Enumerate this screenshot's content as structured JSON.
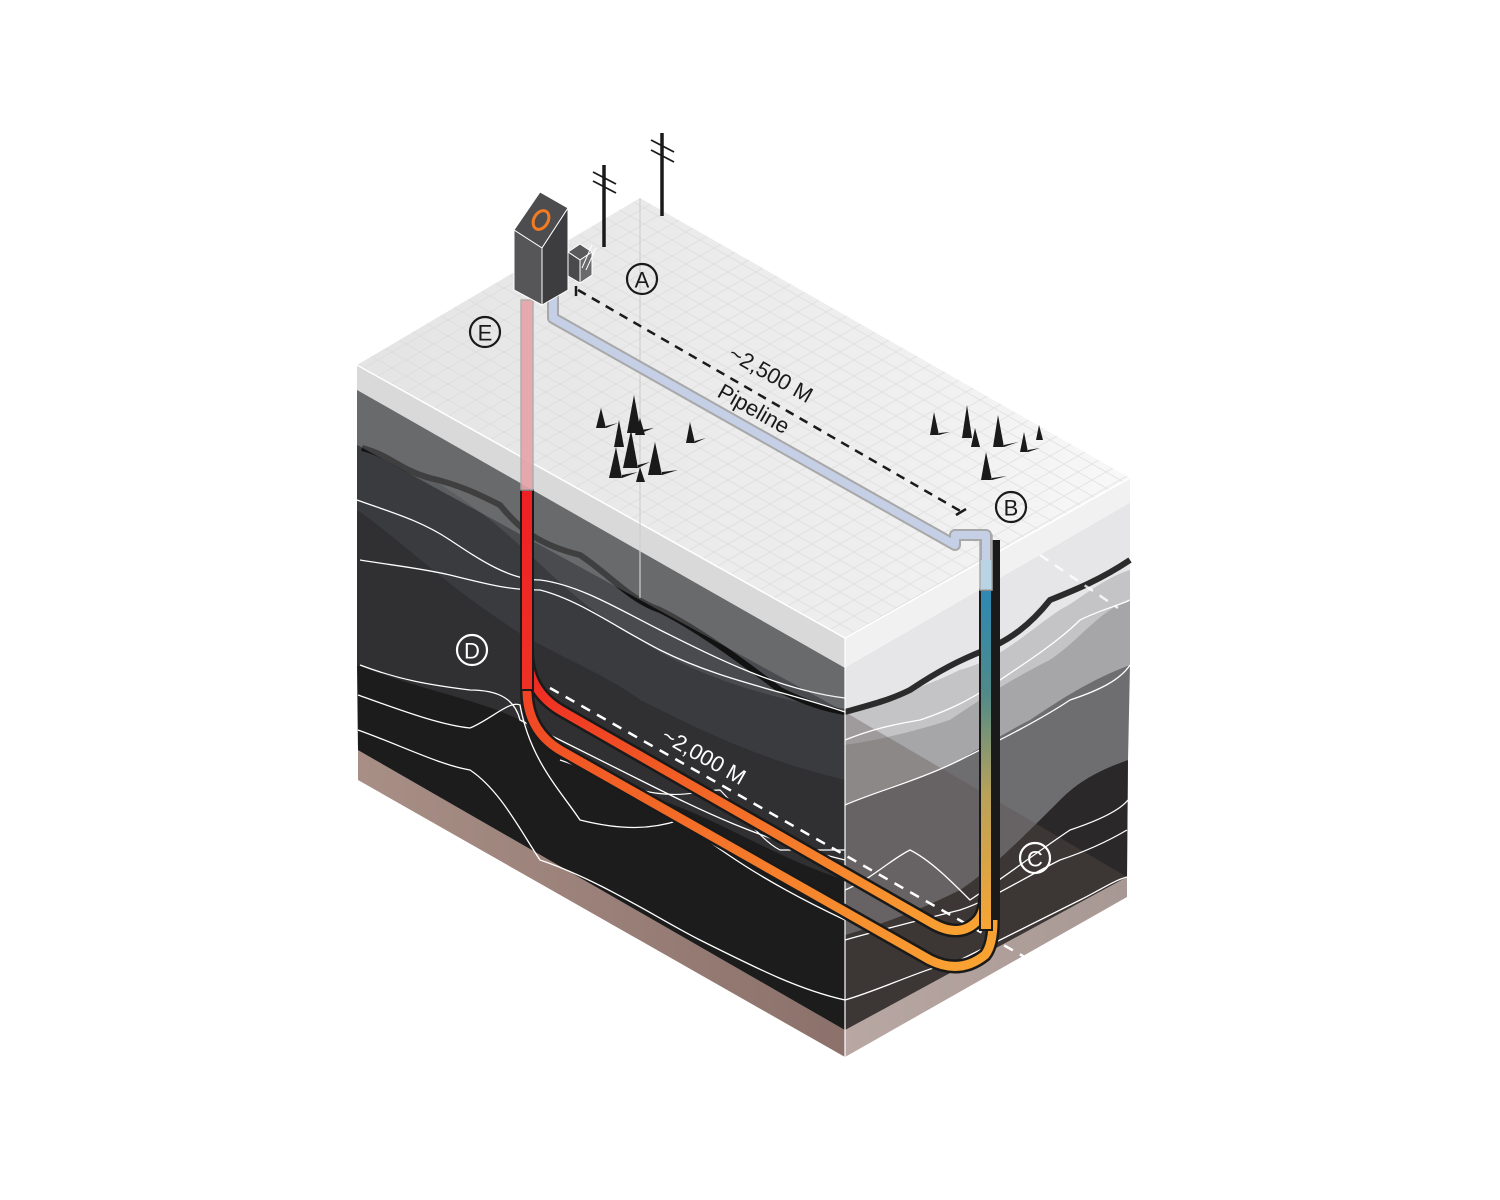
{
  "diagram": {
    "type": "isometric-geothermal-closed-loop-cross-section",
    "labels": {
      "A": "A",
      "B": "B",
      "C": "C",
      "D": "D",
      "E": "E"
    },
    "annotations": {
      "surface_distance": "~2,500 M",
      "pipeline": "Pipeline",
      "depth_distance": "~2,000 M"
    },
    "icons": {
      "power_plant": "power-plant-icon",
      "auxiliary_unit": "auxiliary-unit-icon",
      "power_poles": "power-pole-icon",
      "trees": "tree-icon"
    },
    "colors": {
      "hot_pipe": "#ee2024",
      "warm_pipe": "#f47b20",
      "loop_bottom": "#f9a533",
      "cold_pipe_surface": "#c5cfe6",
      "cold_pipe_down": "#2f8fb5",
      "surface": "#eeeeee",
      "rock_dark": "#2a2a2c",
      "base": "#a88f86",
      "plant_ring": "#f47b20"
    }
  }
}
